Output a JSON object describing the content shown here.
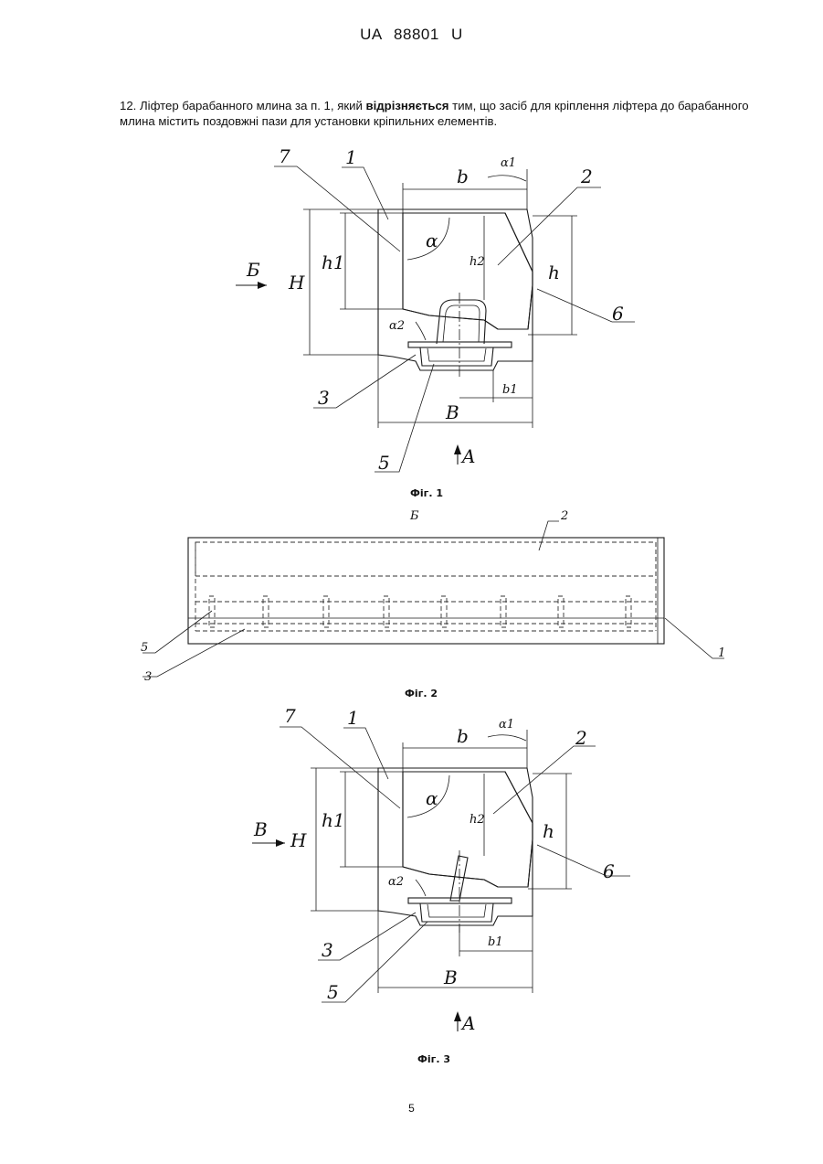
{
  "header": {
    "doc_number": "UA   88801   U"
  },
  "claim": {
    "part1": "12. Ліфтер барабанного млина за п. 1, який ",
    "bold": "відрізняється",
    "part2": " тим, що засіб для кріплення ліфтера до барабанного млина містить поздовжні пази для установки кріпильних елементів."
  },
  "figures": {
    "fig1": {
      "caption": "Фіг. 1",
      "labels": {
        "n7": "7",
        "n1": "1",
        "b": "b",
        "alpha1": "α1",
        "n2": "2",
        "H": "H",
        "h1": "h1",
        "alpha": "α",
        "h2": "h2",
        "h": "h",
        "n6": "6",
        "alpha2": "α2",
        "view_arrow": "Б",
        "n3": "3",
        "b1": "b1",
        "B": "B",
        "n5": "5",
        "view_A": "A"
      }
    },
    "fig2": {
      "caption": "Фіг. 2",
      "view_label": "Б",
      "labels": {
        "n2": "2",
        "n5": "5",
        "n3": "3",
        "n1": "1"
      }
    },
    "fig3": {
      "caption": "Фіг. 3",
      "labels": {
        "n7": "7",
        "n1": "1",
        "b": "b",
        "alpha1": "α1",
        "n2": "2",
        "H": "H",
        "h1": "h1",
        "alpha": "α",
        "h2": "h2",
        "h": "h",
        "n6": "6",
        "alpha2": "α2",
        "view_arrow": "В",
        "n3": "3",
        "b1": "b1",
        "B": "B",
        "n5": "5",
        "view_A": "A"
      }
    }
  },
  "page_number": "5"
}
